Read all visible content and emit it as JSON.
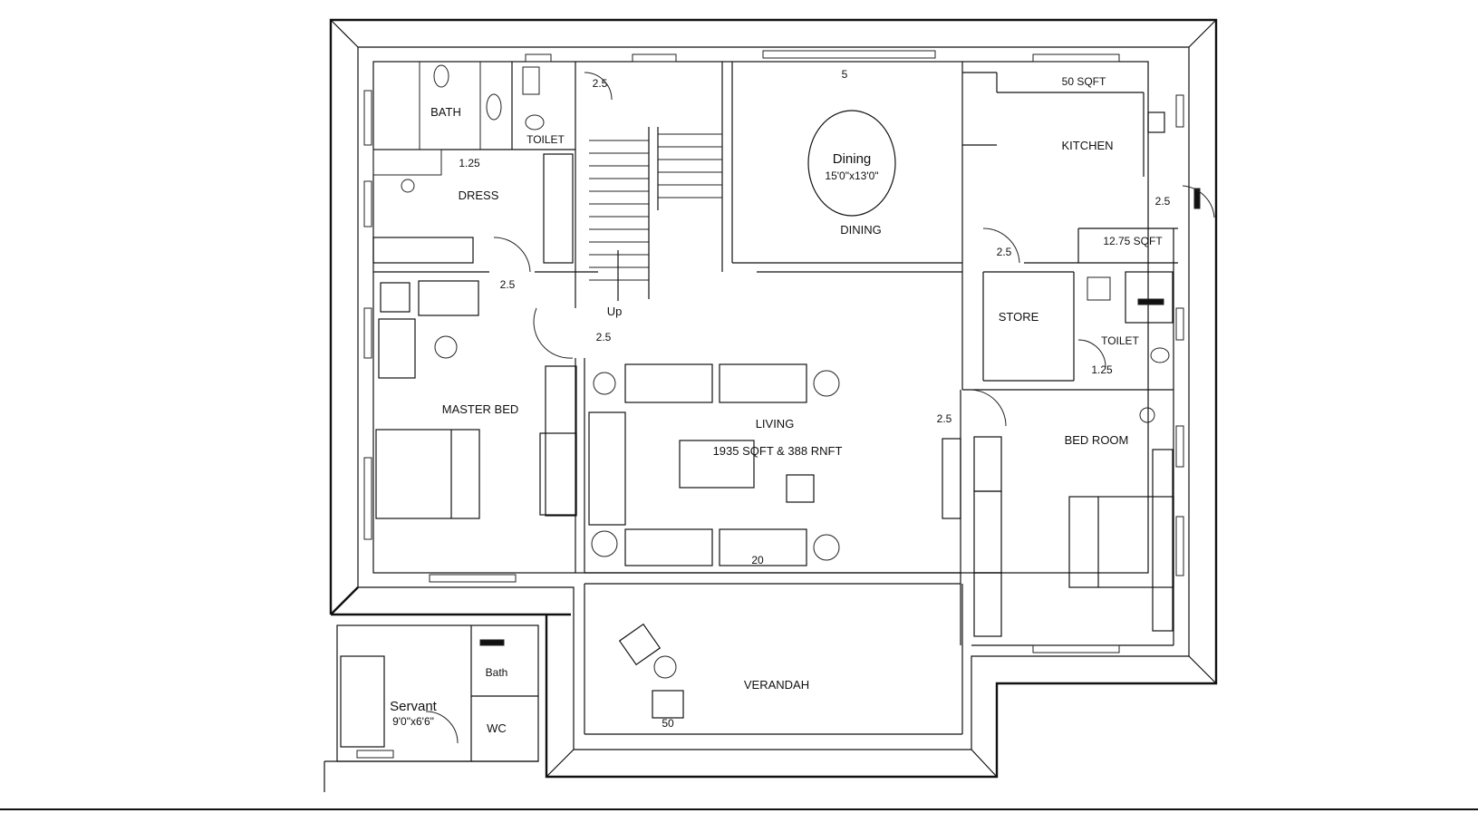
{
  "rooms": {
    "bath": "BATH",
    "toilet_top": "TOILET",
    "dress": "DRESS",
    "dining_label": "DINING",
    "dining_table": "Dining",
    "dining_table_size": "15'0\"x13'0\"",
    "kitchen": "KITCHEN",
    "kitchen_area": "50 SQFT",
    "kitchen_store_area": "12.75 SQFT",
    "store": "STORE",
    "toilet_right": "TOILET",
    "master_bed": "MASTER BED",
    "living": "LIVING",
    "living_area": "1935 SQFT & 388 RNFT",
    "bed_room": "BED ROOM",
    "verandah": "VERANDAH",
    "servant": "Servant",
    "servant_size": "9'0\"x6'6\"",
    "servant_bath": "Bath",
    "wc": "WC"
  },
  "dimensions": {
    "door_toilet_top": "2.5",
    "dining_window": "5",
    "dress_ledge": "1.25",
    "dress_door": "2.5",
    "stair_door": "2.5",
    "kitchen_door": "2.5",
    "store_door": "2.5",
    "toilet_right_door": "1.25",
    "living_door": "2.5",
    "living_window": "20",
    "verandah_door": "50"
  },
  "stairs": {
    "label": "Up"
  }
}
